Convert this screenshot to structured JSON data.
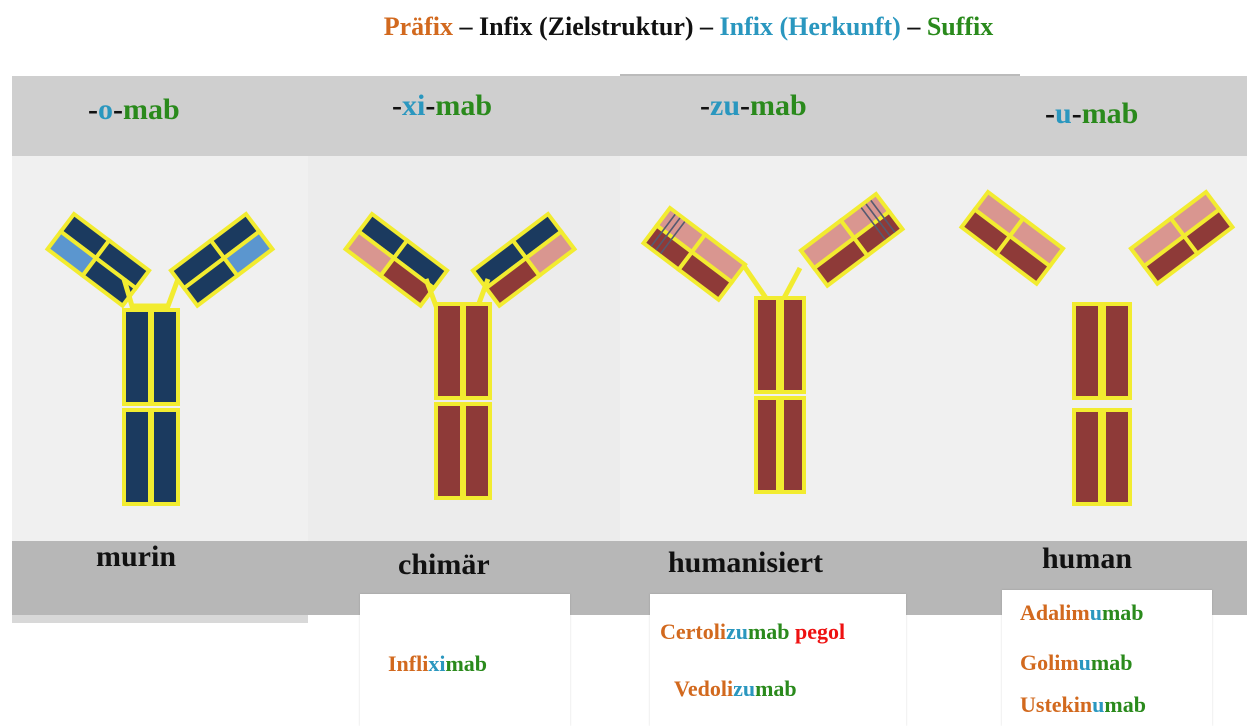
{
  "legend": [
    {
      "text": "Präfix",
      "role": "prefix"
    },
    {
      "text": " – ",
      "role": "target"
    },
    {
      "text": "Infix (Zielstruktur)",
      "role": "target"
    },
    {
      "text": " – ",
      "role": "target"
    },
    {
      "text": "Infix (Herkunft)",
      "role": "origin"
    },
    {
      "text": " – ",
      "role": "target"
    },
    {
      "text": "Suffix",
      "role": "suffix"
    }
  ],
  "colors": {
    "prefix": "#d2691e",
    "target": "#111111",
    "origin": "#2a97bf",
    "suffix": "#2a8a1c",
    "extra": "#ee1111",
    "mouse_constant": "#1b3a5f",
    "mouse_variable": "#5b96cf",
    "human_constant": "#8e3a38",
    "human_variable": "#d99690",
    "border": "#f2ec30"
  },
  "columns": [
    {
      "key": "murine",
      "stem": [
        {
          "text": "-",
          "role": "target"
        },
        {
          "text": "o",
          "role": "origin"
        },
        {
          "text": "-",
          "role": "target"
        },
        {
          "text": "mab",
          "role": "suffix"
        }
      ],
      "category": "murin",
      "examples": []
    },
    {
      "key": "chimeric",
      "stem": [
        {
          "text": "-",
          "role": "target"
        },
        {
          "text": "xi",
          "role": "origin"
        },
        {
          "text": "-",
          "role": "target"
        },
        {
          "text": "mab",
          "role": "suffix"
        }
      ],
      "category": "chimär",
      "examples": [
        [
          {
            "text": "Infli",
            "role": "prefix"
          },
          {
            "text": "xi",
            "role": "origin"
          },
          {
            "text": "mab",
            "role": "suffix"
          }
        ]
      ]
    },
    {
      "key": "humanized",
      "stem": [
        {
          "text": "-",
          "role": "target"
        },
        {
          "text": "zu",
          "role": "origin"
        },
        {
          "text": "-",
          "role": "target"
        },
        {
          "text": "mab",
          "role": "suffix"
        }
      ],
      "category": "humanisiert",
      "examples": [
        [
          {
            "text": "Certoli",
            "role": "prefix"
          },
          {
            "text": "zu",
            "role": "origin"
          },
          {
            "text": "mab",
            "role": "suffix"
          },
          {
            "text": " pegol",
            "role": "extra"
          }
        ],
        [
          {
            "text": "Vedoli",
            "role": "prefix"
          },
          {
            "text": "zu",
            "role": "origin"
          },
          {
            "text": "mab",
            "role": "suffix"
          }
        ]
      ]
    },
    {
      "key": "human",
      "stem": [
        {
          "text": "-",
          "role": "target"
        },
        {
          "text": "u",
          "role": "origin"
        },
        {
          "text": "-",
          "role": "target"
        },
        {
          "text": "mab",
          "role": "suffix"
        }
      ],
      "category": "human",
      "examples": [
        [
          {
            "text": "Adalim",
            "role": "prefix"
          },
          {
            "text": "u",
            "role": "origin"
          },
          {
            "text": "mab",
            "role": "suffix"
          }
        ],
        [
          {
            "text": "Golim",
            "role": "prefix"
          },
          {
            "text": "u",
            "role": "origin"
          },
          {
            "text": "mab",
            "role": "suffix"
          }
        ],
        [
          {
            "text": "Ustekin",
            "role": "prefix"
          },
          {
            "text": "u",
            "role": "origin"
          },
          {
            "text": "mab",
            "role": "suffix"
          }
        ]
      ]
    }
  ]
}
